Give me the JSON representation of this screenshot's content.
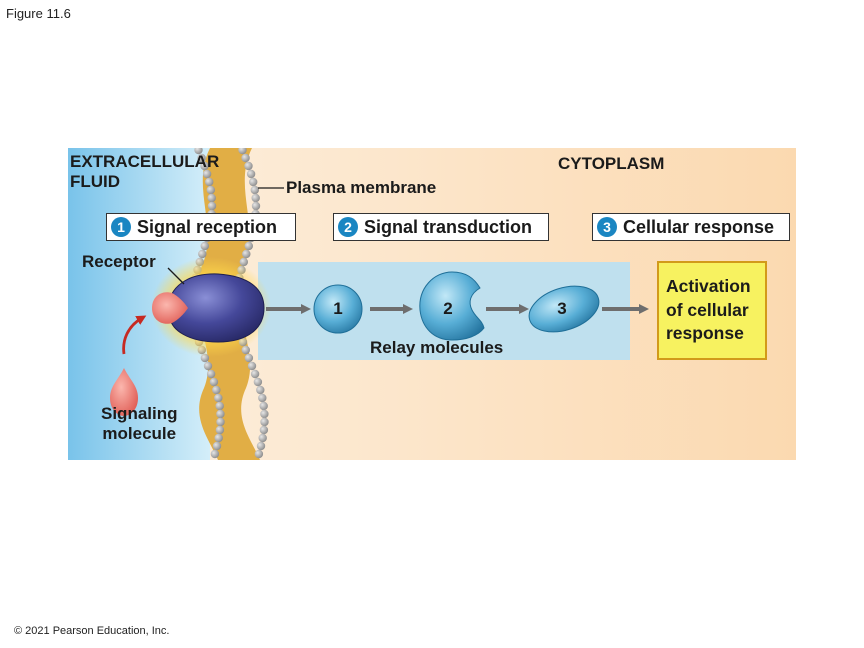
{
  "figure": {
    "label": "Figure 11.6",
    "copyright": "© 2021 Pearson Education, Inc."
  },
  "regions": {
    "extracellular": "EXTRACELLULAR\nFLUID",
    "cytoplasm": "CYTOPLASM",
    "plasma_membrane": "Plasma membrane"
  },
  "steps": [
    {
      "number": "1",
      "title": "Signal reception"
    },
    {
      "number": "2",
      "title": "Signal transduction"
    },
    {
      "number": "3",
      "title": "Cellular response"
    }
  ],
  "labels": {
    "receptor": "Receptor",
    "relay_molecules": "Relay molecules",
    "signaling_molecule": "Signaling\nmolecule"
  },
  "relay": [
    "1",
    "2",
    "3"
  ],
  "response": {
    "text": "Activation\nof cellular\nresponse"
  },
  "colors": {
    "extracellular_fluid": "#a9d9f2",
    "cytoplasm": "#fbe2c4",
    "membrane": "#e1ae45",
    "membrane_heads": "#a3a3a3",
    "receptor": "#3d3f8c",
    "signaling_molecule": "#e66b62",
    "relay_molecule": "#3e98c4",
    "relay_box": "#bfe0ee",
    "response_box": "#f7f260",
    "step_badge": "#1a86c2",
    "arrow": "#6e6e6e",
    "binding_arrow": "#c62a22"
  },
  "icons": [
    "receptor-protein",
    "signaling-molecule",
    "relay-molecule",
    "arrow-right"
  ]
}
